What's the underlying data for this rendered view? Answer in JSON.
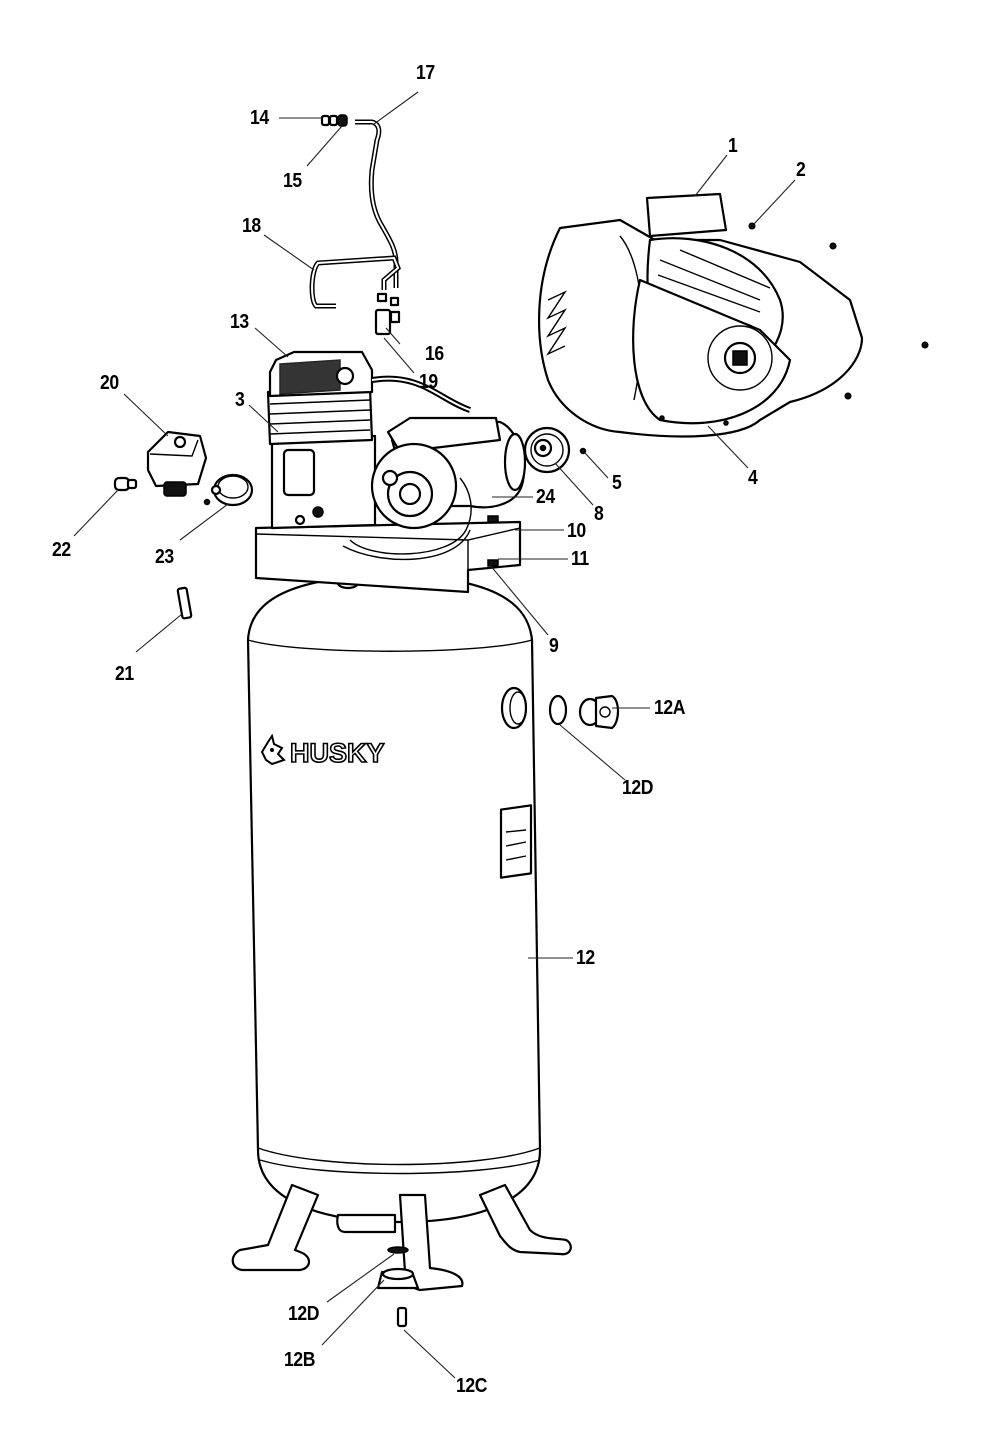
{
  "diagram": {
    "title": "Husky vertical air compressor exploded parts diagram",
    "brand": "HUSKY",
    "callouts": [
      {
        "id": "1",
        "label": "1",
        "part": "belt guard cover (outer)"
      },
      {
        "id": "2",
        "label": "2",
        "part": "belt guard screws"
      },
      {
        "id": "3",
        "label": "3",
        "part": "pump assembly"
      },
      {
        "id": "4",
        "label": "4",
        "part": "belt guard back plate"
      },
      {
        "id": "5",
        "label": "5",
        "part": "screw"
      },
      {
        "id": "8",
        "label": "8",
        "part": "motor pulley"
      },
      {
        "id": "9",
        "label": "9",
        "part": "mounting bracket"
      },
      {
        "id": "10",
        "label": "10",
        "part": "bolt"
      },
      {
        "id": "11",
        "label": "11",
        "part": "nut"
      },
      {
        "id": "12",
        "label": "12",
        "part": "air tank"
      },
      {
        "id": "12A",
        "label": "12A",
        "part": "tank fitting plug"
      },
      {
        "id": "12D_side",
        "label": "12D",
        "part": "o-ring (side)"
      },
      {
        "id": "12D_bottom",
        "label": "12D",
        "part": "o-ring (bottom)"
      },
      {
        "id": "12B",
        "label": "12B",
        "part": "drain fitting"
      },
      {
        "id": "12C",
        "label": "12C",
        "part": "drain valve"
      },
      {
        "id": "13",
        "label": "13",
        "part": "pump head"
      },
      {
        "id": "14",
        "label": "14",
        "part": "fitting"
      },
      {
        "id": "15",
        "label": "15",
        "part": "nut"
      },
      {
        "id": "16",
        "label": "16",
        "part": "fitting"
      },
      {
        "id": "17",
        "label": "17",
        "part": "discharge tube"
      },
      {
        "id": "18",
        "label": "18",
        "part": "unloader tube"
      },
      {
        "id": "19",
        "label": "19",
        "part": "check valve"
      },
      {
        "id": "20",
        "label": "20",
        "part": "pressure switch"
      },
      {
        "id": "21",
        "label": "21",
        "part": "nipple"
      },
      {
        "id": "22",
        "label": "22",
        "part": "safety valve"
      },
      {
        "id": "23",
        "label": "23",
        "part": "tank pressure gauge"
      },
      {
        "id": "24",
        "label": "24",
        "part": "motor"
      }
    ]
  }
}
